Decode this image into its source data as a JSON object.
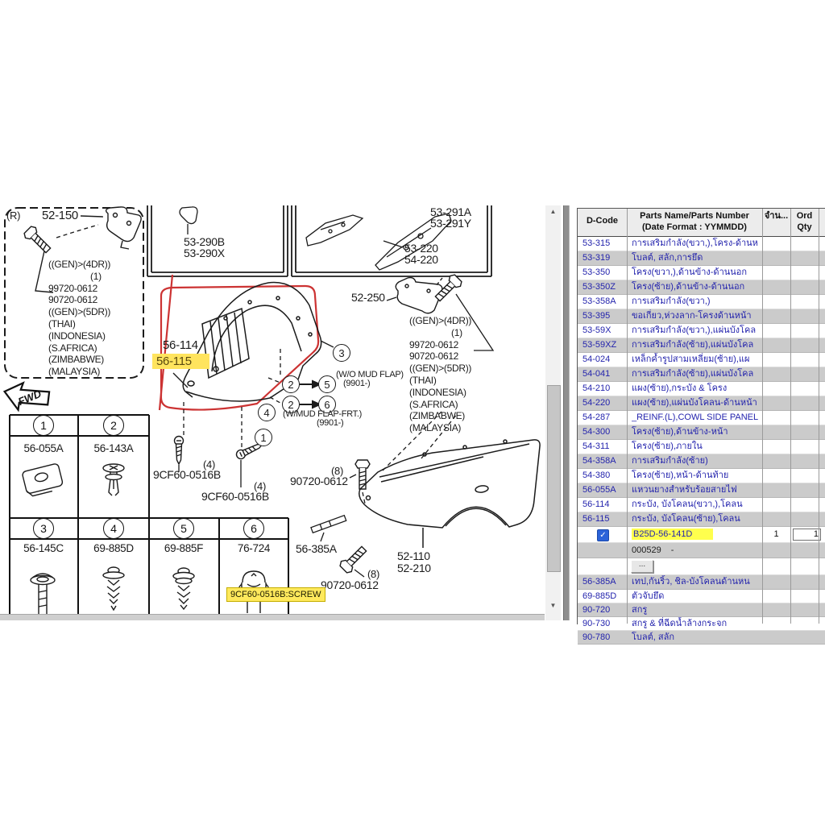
{
  "diagram": {
    "fwd": "FWD",
    "r_box": {
      "tag": "(R)",
      "part": "52-150"
    },
    "dist_block": [
      "((GEN)>(4DR))",
      "(1)",
      "99720-0612",
      "90720-0612",
      "((GEN)>(5DR))",
      "(THAI)",
      "(INDONESIA)",
      "(S.AFRICA)",
      "(ZIMBABWE)",
      "(MALAYSIA)"
    ],
    "boxes": {
      "b1a": "53-290B",
      "b1b": "53-290X",
      "b2a": "53-291A",
      "b2b": "53-291Y",
      "b2c": "53-220",
      "b2d": "54-220"
    },
    "bracket_part": "52-250",
    "liner": {
      "upper": "56-114",
      "selected": "56-115"
    },
    "callouts": [
      "3",
      "2",
      "5",
      "2",
      "6",
      "4",
      "1"
    ],
    "notes": {
      "wo": "(W/O MUD FLAP)",
      "w": "(W/MUD FLAP-FRT.)",
      "date": "(9901-)"
    },
    "fasteners": {
      "qty4": "(4)",
      "screw_pn": "9CF60-0516B",
      "qty8": "(8)",
      "bolt_pn": "90720-0612"
    },
    "tape_part": "56-385A",
    "fender_a": "52-110",
    "fender_b": "52-210",
    "grid": {
      "n1": "1",
      "n2": "2",
      "n3": "3",
      "n4": "4",
      "n5": "5",
      "n6": "6",
      "p1": "56-055A",
      "p2": "56-143A",
      "p3": "56-145C",
      "p4": "69-885D",
      "p5": "69-885F",
      "p6": "76-724"
    },
    "tooltip": "9CF60-0516B:SCREW"
  },
  "table": {
    "headers": {
      "dcode": "D-Code",
      "parts1": "Parts Name/Parts Number",
      "parts2": "(Date Format : YYMMDD)",
      "qty": "จำน...",
      "ord1": "Ord",
      "ord2": "Qty"
    },
    "rows": [
      {
        "code": "53-315",
        "name": "การเสริมกำลัง(ขวา,),โครง-ด้านห"
      },
      {
        "code": "53-319",
        "name": "โบลต์, สลัก,การยึด"
      },
      {
        "code": "53-350",
        "name": "โครง(ขวา,),ด้านข้าง-ด้านนอก"
      },
      {
        "code": "53-350Z",
        "name": "โครง(ซ้าย),ด้านข้าง-ด้านนอก"
      },
      {
        "code": "53-358A",
        "name": "การเสริมกำลัง(ขวา,)"
      },
      {
        "code": "53-395",
        "name": "ขอเกี่ยว,ห่วงลาก-โครงด้านหน้า"
      },
      {
        "code": "53-59X",
        "name": "การเสริมกำลัง(ขวา,),แผ่นบังโคล"
      },
      {
        "code": "53-59XZ",
        "name": "การเสริมกำลัง(ซ้าย),แผ่นบังโคล"
      },
      {
        "code": "54-024",
        "name": "เหล็กค้ำรูปสามเหลี่ยม(ซ้าย),แผ"
      },
      {
        "code": "54-041",
        "name": "การเสริมกำลัง(ซ้าย),แผ่นบังโคล"
      },
      {
        "code": "54-210",
        "name": "แผง(ซ้าย),กระบัง & โครง"
      },
      {
        "code": "54-220",
        "name": "แผง(ซ้าย),แผ่นบังโคลน-ด้านหน้า"
      },
      {
        "code": "54-287",
        "name": "_REINF.(L),COWL SIDE PANEL"
      },
      {
        "code": "54-300",
        "name": "โครง(ซ้าย),ด้านข้าง-หน้า"
      },
      {
        "code": "54-311",
        "name": "โครง(ซ้าย),ภายใน"
      },
      {
        "code": "54-358A",
        "name": "การเสริมกำลัง(ซ้าย)"
      },
      {
        "code": "54-380",
        "name": "โครง(ซ้าย),หน้า-ด้านท้าย"
      },
      {
        "code": "56-055A",
        "name": "แหวนยางสำหรับร้อยสายไฟ"
      },
      {
        "code": "56-114",
        "name": "กระบัง, บังโคลน(ขวา,),โคลน"
      },
      {
        "code": "56-115",
        "name": "กระบัง, บังโคลน(ซ้าย),โคลน"
      },
      {
        "code": "56-385A",
        "name": "เทป,กันริ้ว, ชิล-บังโคลนด้านหน"
      },
      {
        "code": "69-885D",
        "name": "ตัวจับยึด"
      },
      {
        "code": "90-720",
        "name": "สกรู"
      },
      {
        "code": "90-730",
        "name": "สกรู & ที่ฉีดน้ำล้างกระจก"
      },
      {
        "code": "90-780",
        "name": "โบลต์, สลัก"
      }
    ],
    "selected": {
      "check_glyph": "✓",
      "part_number": "B25D-56-141D",
      "qty": "1",
      "ord_qty": "1",
      "date_from": "000529",
      "date_sep": "-",
      "more_label": "..."
    }
  },
  "colors": {
    "annotation_red": "#cc3333",
    "highlight_yellow": "#ffe45e",
    "selected_yellow": "#ffff4d",
    "link_blue": "#2323ad",
    "row_gray": "#cbcbcb",
    "checkbox_blue": "#2b63d9"
  }
}
